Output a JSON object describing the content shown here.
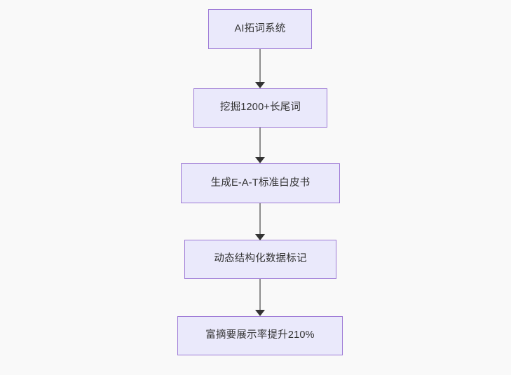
{
  "diagram": {
    "type": "flowchart",
    "direction": "top-down",
    "background_color": "#f9f9f9",
    "node_fill_color": "#eae9fb",
    "node_border_color": "#9d79d6",
    "node_text_color": "#333333",
    "edge_line_color": "#8e8e8e",
    "edge_arrow_color": "#333333",
    "nodes": [
      {
        "id": "n0",
        "label": "AI拓词系统"
      },
      {
        "id": "n1",
        "label": "挖掘1200+长尾词"
      },
      {
        "id": "n2",
        "label": "生成E-A-T标准白皮书"
      },
      {
        "id": "n3",
        "label": "动态结构化数据标记"
      },
      {
        "id": "n4",
        "label": "富摘要展示率提升210%"
      }
    ],
    "edges": [
      {
        "from": "n0",
        "to": "n1",
        "label": ""
      },
      {
        "from": "n1",
        "to": "n2",
        "label": ""
      },
      {
        "from": "n2",
        "to": "n3",
        "label": ""
      },
      {
        "from": "n3",
        "to": "n4",
        "label": ""
      }
    ]
  }
}
